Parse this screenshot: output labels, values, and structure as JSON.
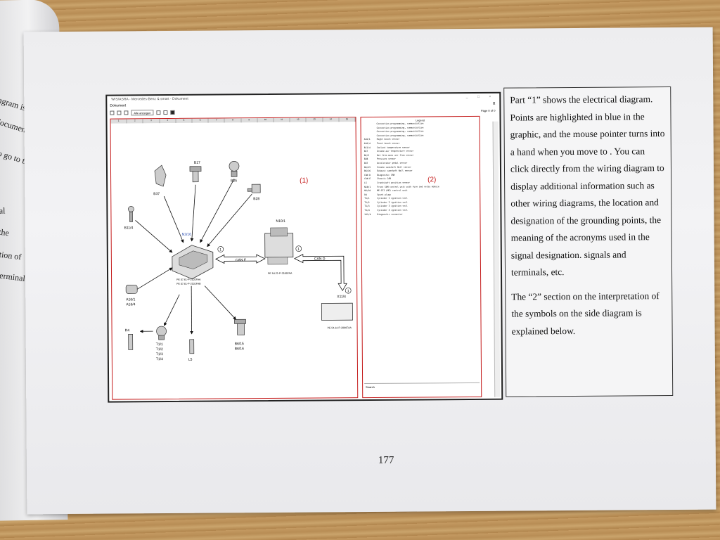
{
  "left_page": {
    "fragments": [
      "al diagram is",
      "nd document",
      "o go to the",
      "al",
      "the",
      "tion of",
      "erminal"
    ]
  },
  "screenshot": {
    "window_title": "WIS/ASRA - Mercedes-Benz & smart - Dokument",
    "doc_title": "Dokument",
    "close": "x",
    "zoom_value": "Alle anzeigen",
    "page_indicator": "Page 0 of 0",
    "ruler_numbers": [
      "1",
      "2",
      "3",
      "4",
      "5",
      "6",
      "7",
      "8",
      "9",
      "10",
      "11",
      "12",
      "13",
      "14",
      "15"
    ],
    "diagram": {
      "part_label": "(1)",
      "components": [
        "B17",
        "B37",
        "B25",
        "B28",
        "B11/4",
        "N3/10",
        "N10/1",
        "A16/1",
        "A16/4",
        "X11/4",
        "R4",
        "T1/1",
        "T1/2",
        "T1/3",
        "T1/4",
        "L5",
        "B6/15",
        "B6/16"
      ],
      "bus_labels": [
        "CAN E",
        "CAN D"
      ],
      "circle_markers": [
        "1",
        "1",
        "1"
      ],
      "codes": [
        "PE 07.61-P-2101FAA",
        "PE 07.61-P-2101FAB",
        "PE 54.21-P-2106FAA",
        "PE 54.22-P-2006FAA"
      ]
    },
    "legend": {
      "part_label": "(2)",
      "title": "Legend",
      "search_label": "Search",
      "rows": [
        {
          "code": "",
          "text": "Connection programming, communication"
        },
        {
          "code": "",
          "text": "Connection programming, communication"
        },
        {
          "code": "",
          "text": "Connection programming, communication"
        },
        {
          "code": "",
          "text": "Connection programming, communication"
        },
        {
          "code": "A16/1",
          "text": "Right knock sensor"
        },
        {
          "code": "A16/4",
          "text": "Front knock sensor"
        },
        {
          "code": "B11/4",
          "text": "Coolant temperature sensor"
        },
        {
          "code": "B17",
          "text": "Intake air temperature sensor"
        },
        {
          "code": "B2/5",
          "text": "Hot film mass air flow sensor"
        },
        {
          "code": "B28",
          "text": "Pressure sensor"
        },
        {
          "code": "B37",
          "text": "Accelerator pedal sensor"
        },
        {
          "code": "B6/15",
          "text": "Intake camshaft Hall sensor"
        },
        {
          "code": "B6/16",
          "text": "Exhaust camshaft Hall sensor"
        },
        {
          "code": "CAN D",
          "text": "Diagnostic CAN"
        },
        {
          "code": "CAN E",
          "text": "Chassis CAN"
        },
        {
          "code": "L5",
          "text": "Crankshaft position sensor"
        },
        {
          "code": "N10/1",
          "text": "Front SAM control unit with fuse and relay module"
        },
        {
          "code": "N3/10",
          "text": "ME-SFI (ME) control unit"
        },
        {
          "code": "R4",
          "text": "Spark plugs"
        },
        {
          "code": "T1/1",
          "text": "Cylinder 1 ignition coil"
        },
        {
          "code": "T1/2",
          "text": "Cylinder 2 ignition coil"
        },
        {
          "code": "T1/3",
          "text": "Cylinder 3 ignition coil"
        },
        {
          "code": "T1/4",
          "text": "Cylinder 4 ignition coil"
        },
        {
          "code": "X11/4",
          "text": "Diagnostic connector"
        }
      ]
    }
  },
  "text_box": {
    "paragraph1": "Part “1” shows the electrical diagram. Points are highlighted in blue in the graphic, and the mouse pointer turns into a hand when you move to . You can click directly from the wiring diagram to display additional information such as other wiring diagrams, the location and designation of the grounding points, the meaning of the acronyms used in the signal designation. signals and terminals, etc.",
    "paragraph2": "The “2” section on the interpretation of the symbols on the side diagram is explained below."
  },
  "page_number": "177",
  "colors": {
    "frame_red": "#c41a1a",
    "wood": "#b88d55",
    "paper": "#eeeef0"
  }
}
